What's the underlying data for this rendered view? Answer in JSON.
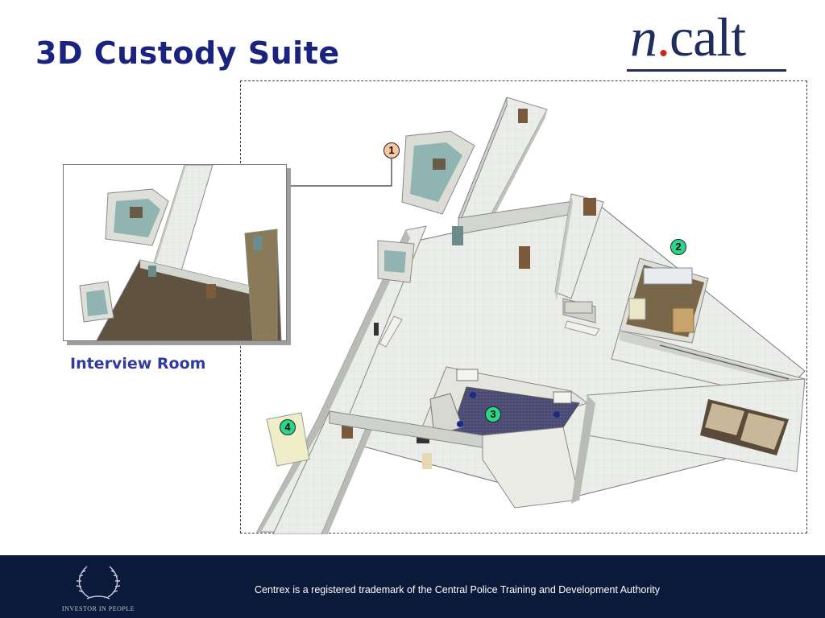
{
  "slide": {
    "title": "3D Custody Suite"
  },
  "logo": {
    "n": "n",
    "dot": ".",
    "rest": "calt"
  },
  "inset": {
    "caption": "Interview Room"
  },
  "markers": [
    {
      "label": "1",
      "color": "#f7c59f"
    },
    {
      "label": "2",
      "color": "#2bd68a"
    },
    {
      "label": "3",
      "color": "#2bd68a"
    },
    {
      "label": "4",
      "color": "#2bd68a"
    }
  ],
  "footer": {
    "trademark": "Centrex is a registered trademark of the Central Police Training and Development Authority",
    "badge_text": "INVESTOR IN PEOPLE",
    "background": "#0b1a3a"
  }
}
